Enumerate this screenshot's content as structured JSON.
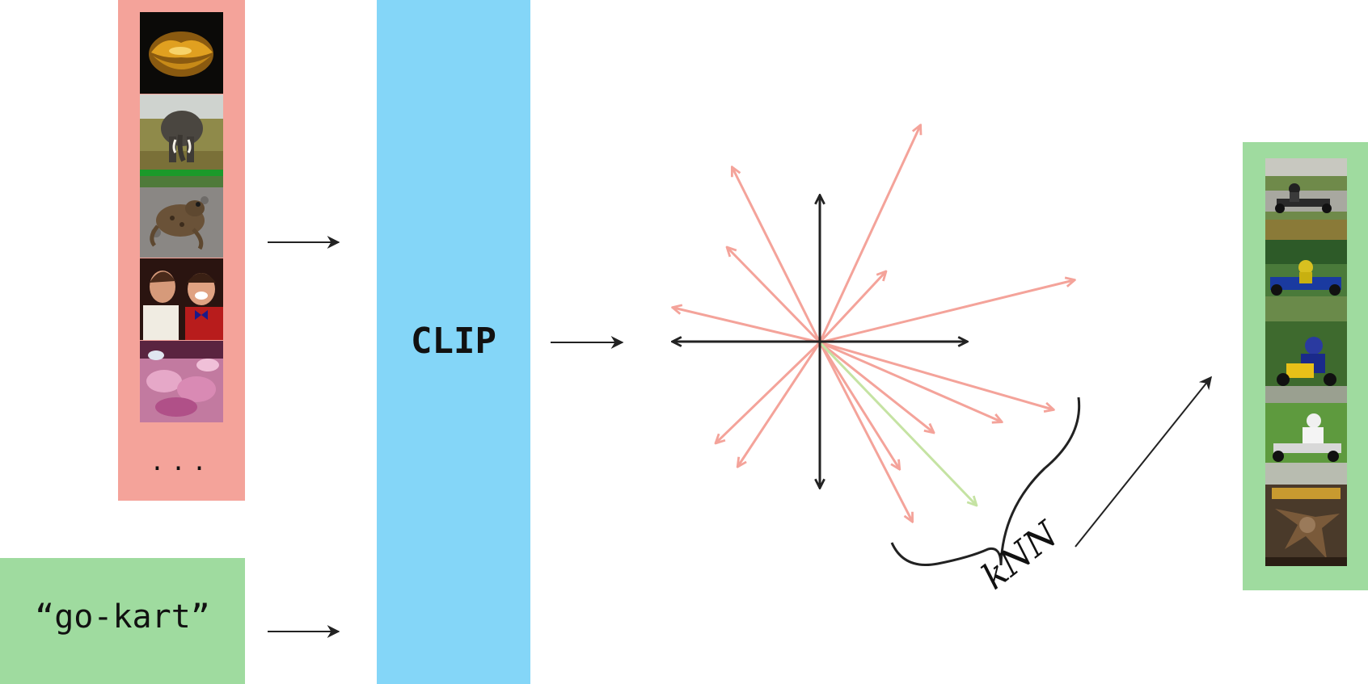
{
  "input_images": {
    "items": [
      "golden-lips",
      "elephant",
      "frog",
      "two-men-laughing",
      "pink-food"
    ],
    "ellipsis": "..."
  },
  "text_query": {
    "text": "“go-kart”"
  },
  "encoder": {
    "label": "CLIP"
  },
  "embedding_space": {
    "neighbor_label": "kNN"
  },
  "results": {
    "items": [
      "go-kart-1",
      "go-kart-2",
      "go-kart-3",
      "go-kart-4",
      "comic-cover"
    ]
  },
  "colors": {
    "image_column": "#f4a39a",
    "text_box": "#9fdb9f",
    "clip_block": "#84d6f8",
    "image_vectors": "#f4a39a",
    "text_vector": "#c5e3a3",
    "axes": "#222222"
  }
}
